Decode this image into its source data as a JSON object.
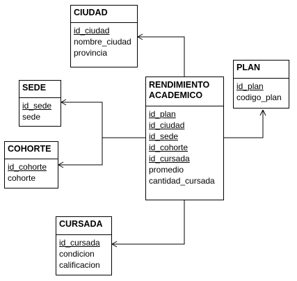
{
  "entities": {
    "ciudad": {
      "name": "CIUDAD",
      "attributes": [
        "id_ciudad",
        "nombre_ciudad",
        "provincia"
      ],
      "keys": [
        "id_ciudad"
      ]
    },
    "sede": {
      "name": "SEDE",
      "attributes": [
        "id_sede",
        "sede"
      ],
      "keys": [
        "id_sede"
      ]
    },
    "cohorte": {
      "name": "COHORTE",
      "attributes": [
        "id_cohorte",
        "cohorte"
      ],
      "keys": [
        "id_cohorte"
      ]
    },
    "rendimiento": {
      "name_line1": "RENDIMIENTO",
      "name_line2": "ACADEMICO",
      "attributes": [
        "id_plan",
        "id_ciudad",
        "id_sede",
        "id_cohorte",
        "id_cursada",
        "promedio",
        "cantidad_cursada"
      ],
      "keys": [
        "id_plan",
        "id_ciudad",
        "id_sede",
        "id_cohorte",
        "id_cursada"
      ]
    },
    "plan": {
      "name": "PLAN",
      "attributes": [
        "id_plan",
        "codigo_plan"
      ],
      "keys": [
        "id_plan"
      ]
    },
    "cursada": {
      "name": "CURSADA",
      "attributes": [
        "id_cursada",
        "condicion",
        "calificacion"
      ],
      "keys": [
        "id_cursada"
      ]
    }
  }
}
